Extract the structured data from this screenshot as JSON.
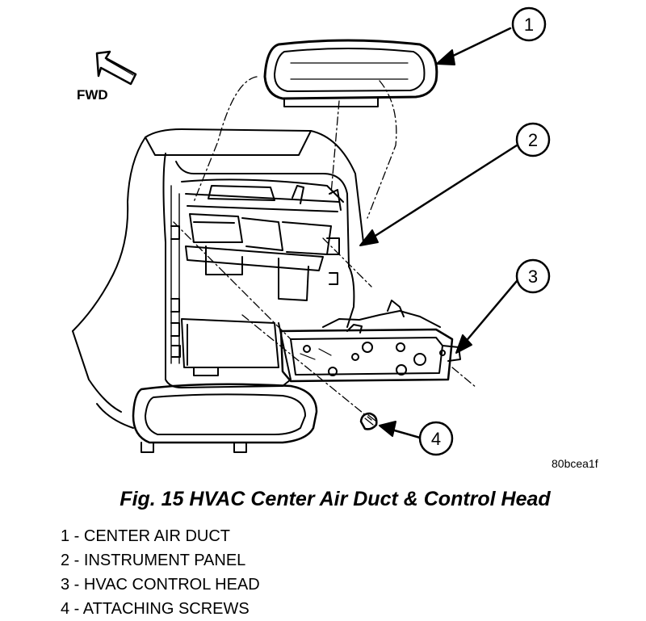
{
  "figure": {
    "direction_label": "FWD",
    "image_code": "80bcea1f",
    "caption": "Fig. 15 HVAC Center Air Duct & Control Head",
    "callouts": [
      "1",
      "2",
      "3",
      "4"
    ],
    "legend": [
      "1 - CENTER AIR DUCT",
      "2 - INSTRUMENT PANEL",
      "3 - HVAC CONTROL HEAD",
      "4 - ATTACHING SCREWS"
    ]
  }
}
